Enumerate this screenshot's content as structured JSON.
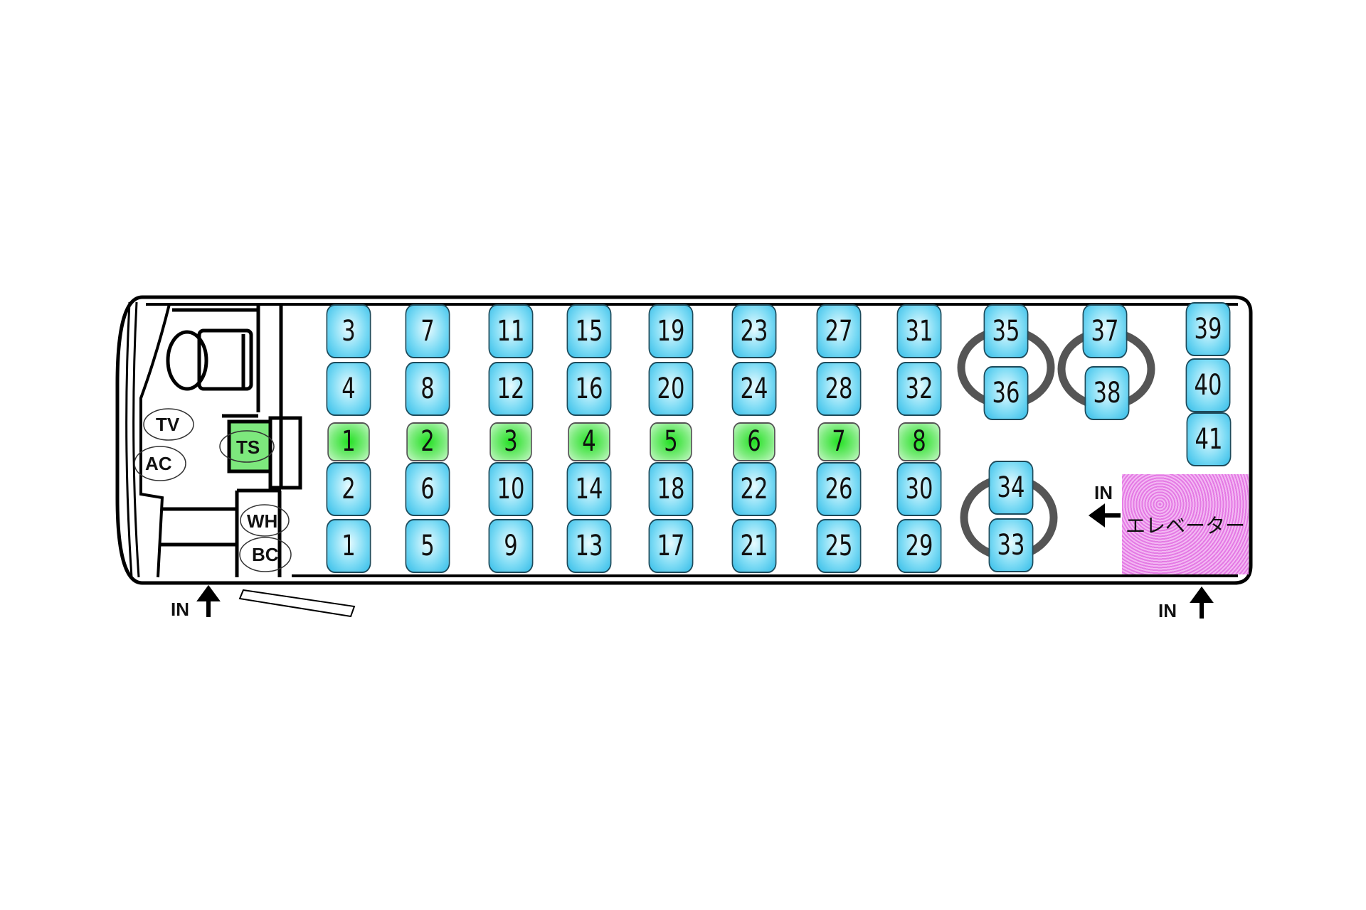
{
  "labels": {
    "tv": "TV",
    "ac": "AC",
    "ts": "TS",
    "wh": "WH",
    "bc": "BC",
    "in_front": "IN",
    "in_rear": "IN",
    "in_side": "IN",
    "elevator": "エレベーター"
  },
  "colors": {
    "seat": "#5fd0f0",
    "aux_seat": "#44dd44",
    "elevator": "#e88ce8"
  },
  "main_columns": [
    {
      "top": "3",
      "upper": "4",
      "aux": "1",
      "lower": "2",
      "bottom": "1"
    },
    {
      "top": "7",
      "upper": "8",
      "aux": "2",
      "lower": "6",
      "bottom": "5"
    },
    {
      "top": "11",
      "upper": "12",
      "aux": "3",
      "lower": "10",
      "bottom": "9"
    },
    {
      "top": "15",
      "upper": "16",
      "aux": "4",
      "lower": "14",
      "bottom": "13"
    },
    {
      "top": "19",
      "upper": "20",
      "aux": "5",
      "lower": "18",
      "bottom": "17"
    },
    {
      "top": "23",
      "upper": "24",
      "aux": "6",
      "lower": "22",
      "bottom": "21"
    },
    {
      "top": "27",
      "upper": "28",
      "aux": "7",
      "lower": "26",
      "bottom": "25"
    },
    {
      "top": "31",
      "upper": "32",
      "aux": "8",
      "lower": "30",
      "bottom": "29"
    }
  ],
  "rear_seats": [
    "35",
    "36",
    "37",
    "38",
    "34",
    "33",
    "39",
    "40",
    "41"
  ]
}
